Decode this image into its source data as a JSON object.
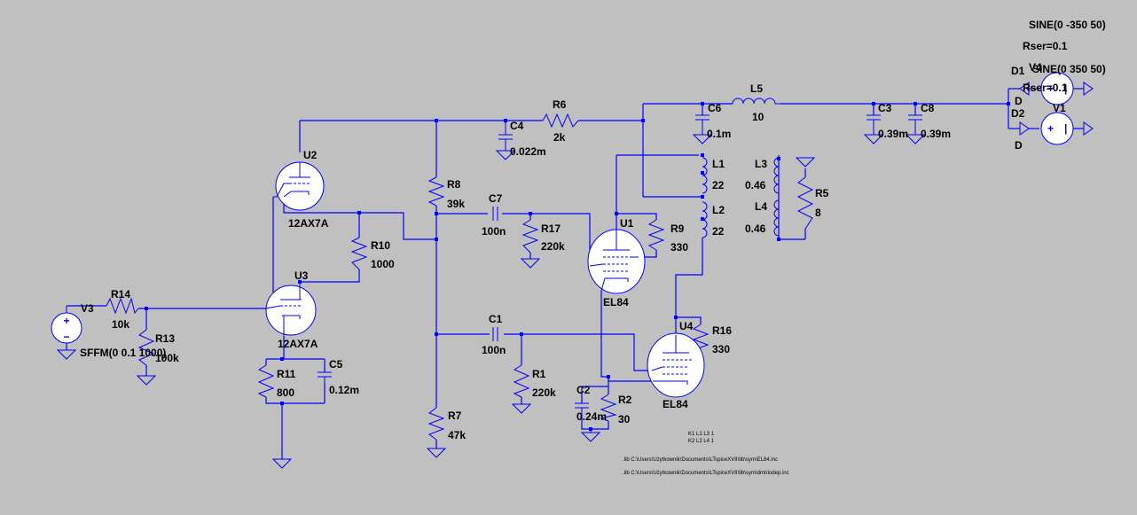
{
  "labels": {
    "sine1": "SINE(0 -350 50)",
    "rser1": "Rser=0.1",
    "v4": "V4",
    "sine2": "SINE(0 350 50)",
    "rser2": "Rser=0.1",
    "d1": "D1",
    "d1_model": "D",
    "d2": "D2",
    "d2_model": "D",
    "v1": "V1",
    "l5": "L5",
    "l5_val": "10",
    "c3": "C3",
    "c3_val": "0.39m",
    "c8": "C8",
    "c8_val": "0.39m",
    "c6": "C6",
    "c6_val": "0.1m",
    "r6": "R6",
    "r6_val": "2k",
    "c4": "C4",
    "c4_val": "0.022m",
    "u2": "U2",
    "u2_model": "12AX7A",
    "r8": "R8",
    "r8_val": "39k",
    "c7": "C7",
    "c7_val": "100n",
    "r17": "R17",
    "r17_val": "220k",
    "u1": "U1",
    "u1_model": "EL84",
    "r9": "R9",
    "r9_val": "330",
    "l1": "L1",
    "l1_val": "22",
    "l2": "L2",
    "l2_val": "22",
    "l3": "L3",
    "l3_val": "0.46",
    "l4": "L4",
    "l4_val": "0.46",
    "r5": "R5",
    "r5_val": "8",
    "r10": "R10",
    "r10_val": "1000",
    "u3": "U3",
    "u3_model": "12AX7A",
    "v3": "V3",
    "r14": "R14",
    "r14_val": "10k",
    "r13": "R13",
    "r13_val": "100k",
    "sffm": "SFFM(0 0.1 1000)",
    "r11": "R11",
    "r11_val": "800",
    "c5": "C5",
    "c5_val": "0.12m",
    "c1": "C1",
    "c1_val": "100n",
    "r1": "R1",
    "r1_val": "220k",
    "c2": "C2",
    "c2_val": "0.24m",
    "r2": "R2",
    "r2_val": "30",
    "u4": "U4",
    "u4_model": "EL84",
    "r16": "R16",
    "r16_val": "330",
    "r7": "R7",
    "r7_val": "47k",
    "k1": "K1 L1 L3 1",
    "k2": "K2 L2 L4 1",
    "lib1": ".lib C:\\Users\\Użytkownik\\Documents\\LTspiceXVII\\lib\\sym\\EL84.inc",
    "lib2": ".lib C:\\Users\\Użytkownik\\Documents\\LTspiceXVII\\lib\\sym\\dmtriodep.inc"
  }
}
